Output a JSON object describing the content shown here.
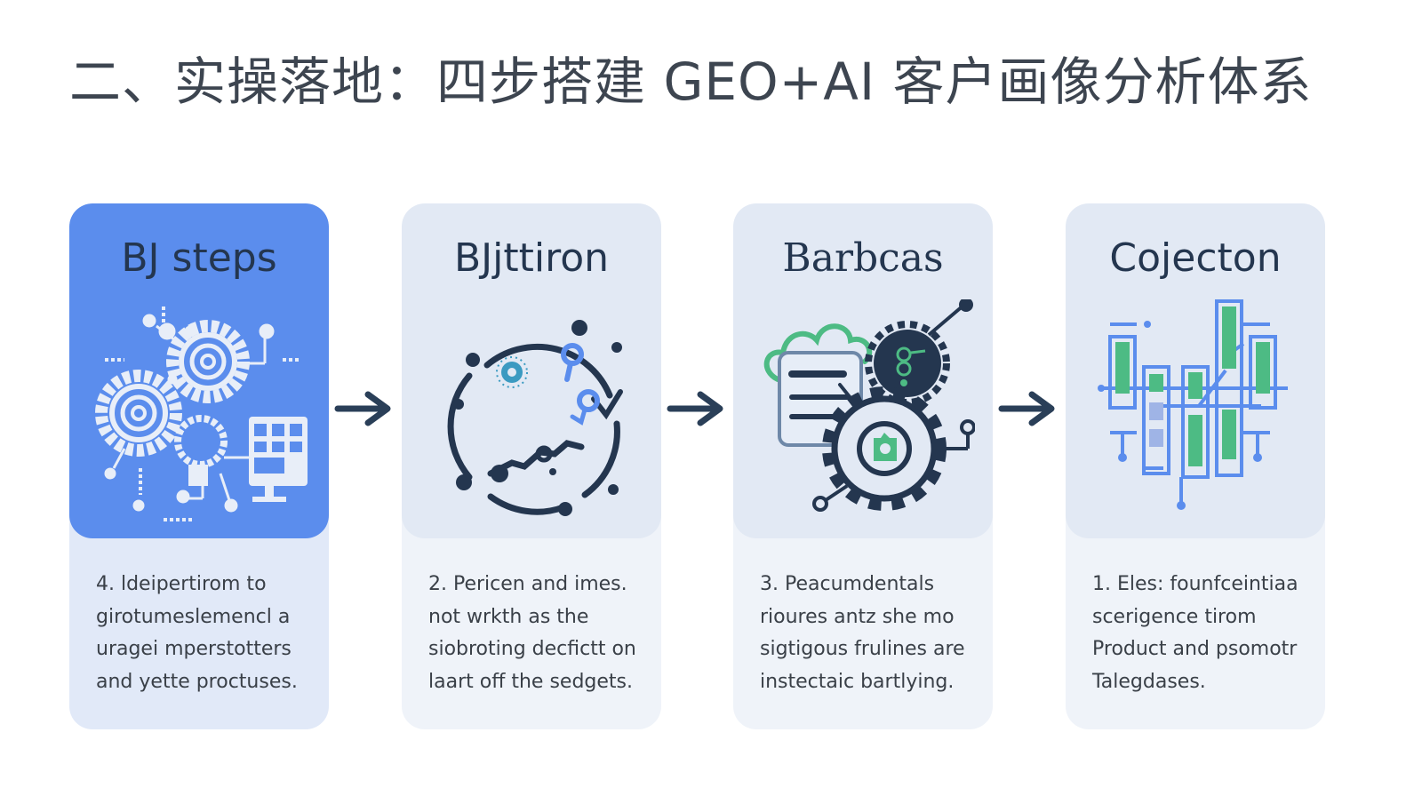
{
  "header": {
    "title": "二、实操落地：四步搭建 GEO+AI 客户画像分析体系"
  },
  "steps": [
    {
      "heading": "BJ steps",
      "icon": "gears-computer-icon",
      "lines": [
        "4. ldeipertirom to",
        "girotumeslemencl a",
        "uragei mperstotters",
        "and yette proctuses."
      ]
    },
    {
      "heading": "BJjttiron",
      "icon": "cycle-location-icon",
      "lines": [
        "2. Pericen and imes.",
        "not wrkth as the",
        "siobroting decfictt on",
        "laart off the sedgets."
      ]
    },
    {
      "heading": "Barbcas",
      "icon": "document-gear-icon",
      "lines": [
        "3. Peacumdentals",
        "rioures antz she mo",
        "sigtigous frulines are",
        "instectaic bartlying."
      ]
    },
    {
      "heading": "Cojecton",
      "icon": "circuit-board-icon",
      "lines": [
        "1. Eles: founfceintiaa",
        "scerigence tirom",
        "Product and psomotr",
        "Talegdases."
      ]
    }
  ],
  "colors": {
    "title": "#3d4550",
    "active_card": "#5b8ded",
    "card_top": "#e2e9f4",
    "card_bottom": "#eff3f9",
    "dark_navy": "#24364f",
    "green": "#4dbb84",
    "blue": "#5b8ded"
  }
}
